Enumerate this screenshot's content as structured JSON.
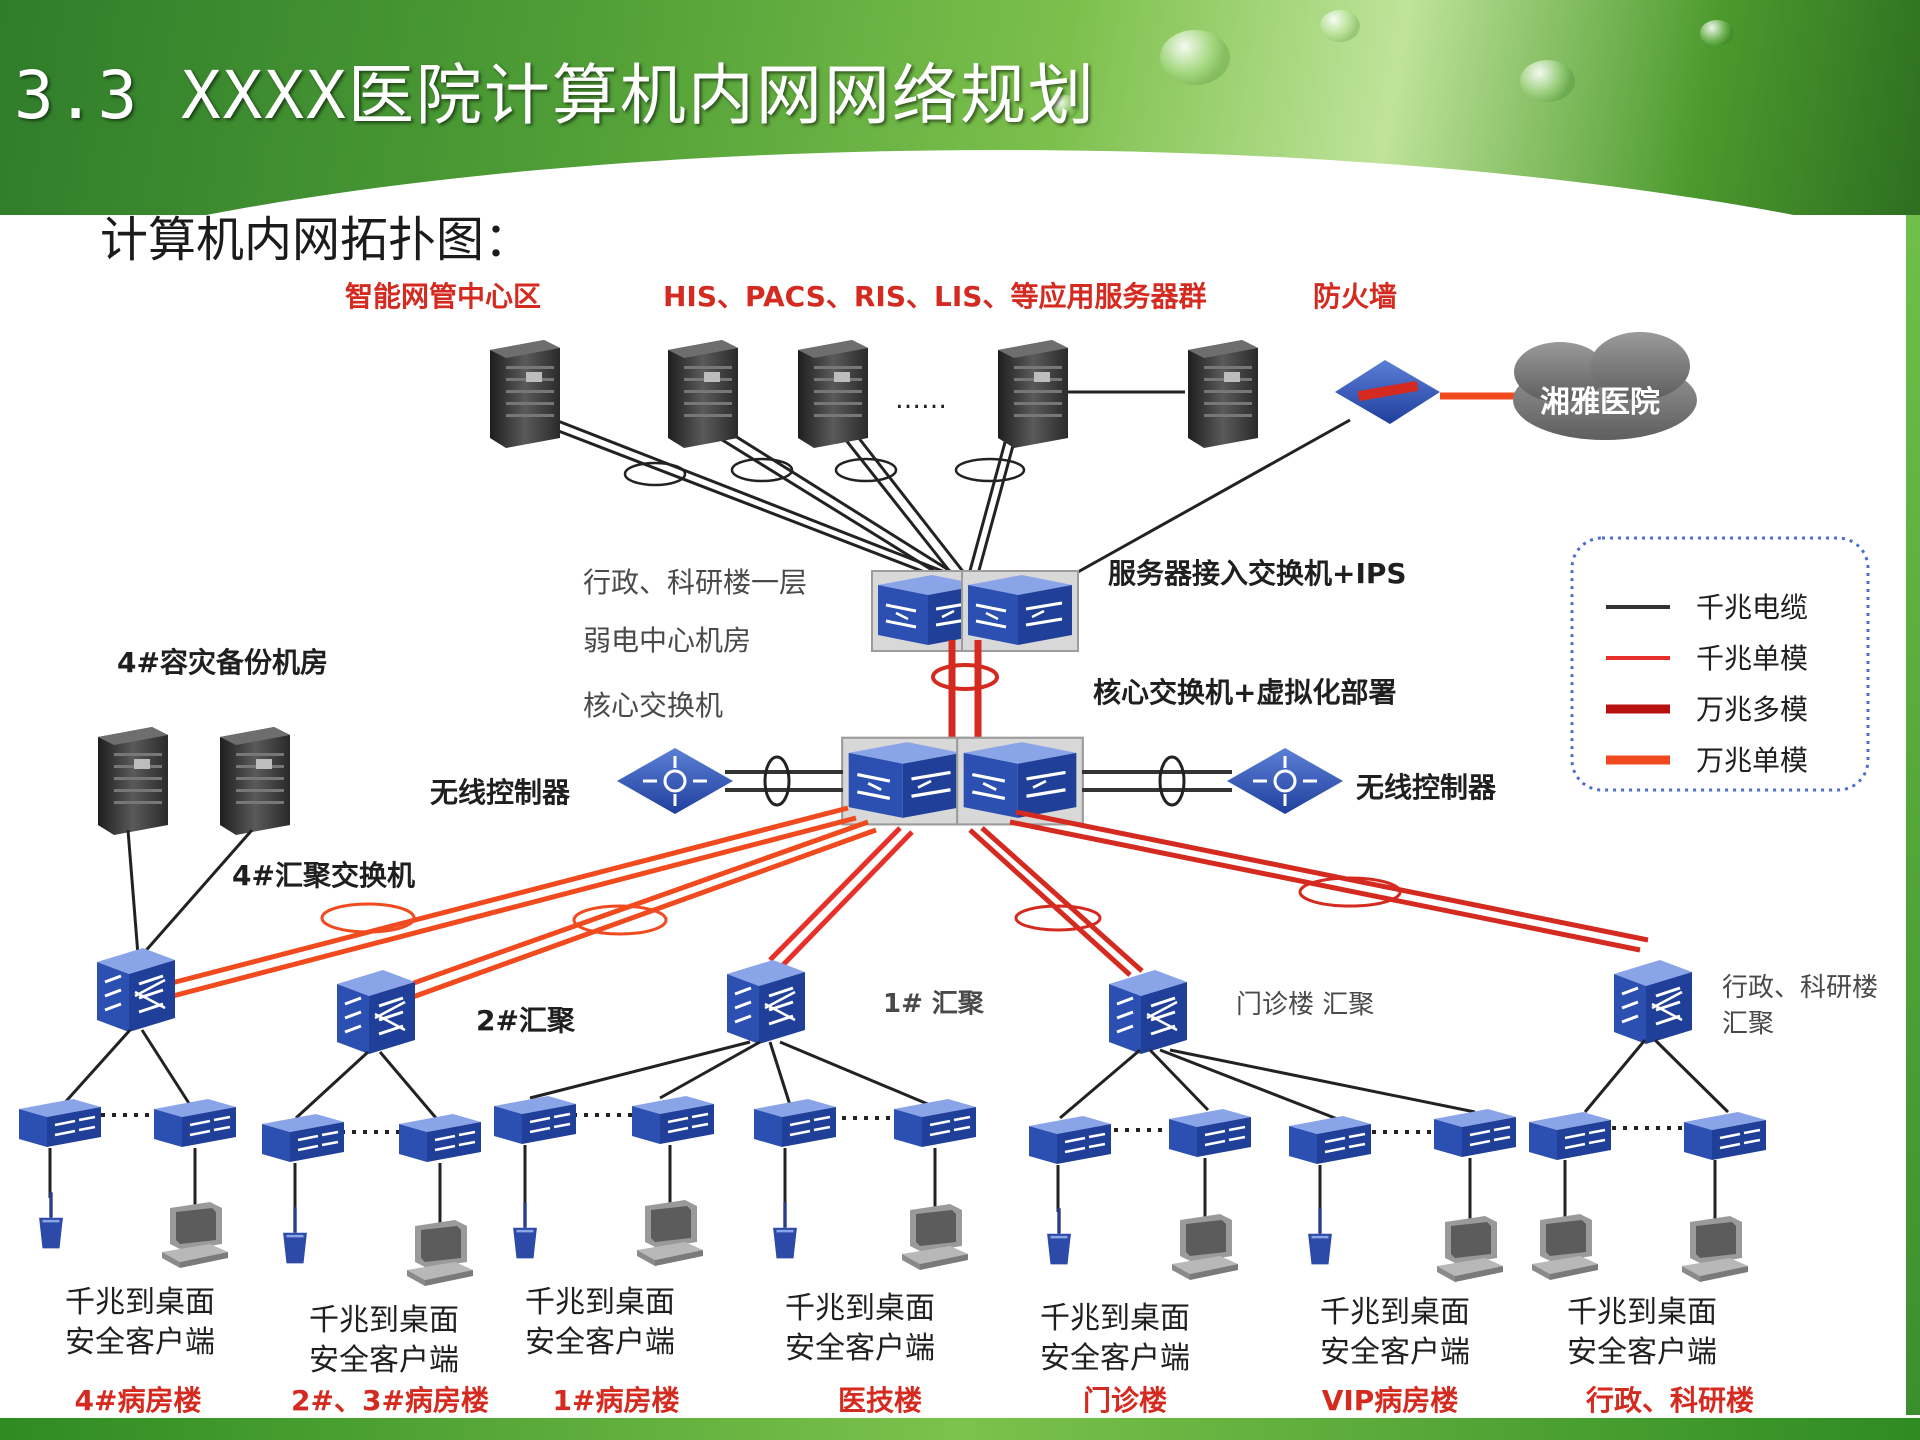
{
  "slide": {
    "title": "3.3 XXXX医院计算机内网网络规划",
    "subtitle": "计算机内网拓扑图："
  },
  "diagram": {
    "zones": {
      "network_mgmt": "智能网管中心区",
      "app_servers": "HIS、PACS、RIS、LIS、等应用服务器群",
      "firewall": "防火墙"
    },
    "cloud_label": "湘雅医院",
    "server_ellipsis": "……",
    "server_switch": "服务器接入交换机+IPS",
    "core_location": [
      "行政、科研楼一层",
      "弱电中心机房",
      "核心交换机"
    ],
    "core_switch": "核心交换机+虚拟化部署",
    "disaster_room": "4#容灾备份机房",
    "wireless_controller_left": "无线控制器",
    "wireless_controller_right": "无线控制器",
    "aggregation": {
      "agg4": "4#汇聚交换机",
      "agg2": "2#汇聚",
      "agg1": "1# 汇聚",
      "outpatient": "门诊楼 汇聚",
      "admin_line1": "行政、科研楼",
      "admin_line2": "汇聚"
    },
    "legend": [
      {
        "label": "千兆电缆",
        "color": "#333333"
      },
      {
        "label": "千兆单模",
        "color": "#e8302a"
      },
      {
        "label": "万兆多模",
        "color": "#b80f0f"
      },
      {
        "label": "万兆单模",
        "color": "#f04a1e"
      }
    ],
    "buildings": [
      {
        "line1": "千兆到桌面",
        "line2": "安全客户端",
        "name": "4#病房楼"
      },
      {
        "line1": "千兆到桌面",
        "line2": "安全客户端",
        "name": "2#、3#病房楼"
      },
      {
        "line1": "千兆到桌面",
        "line2": "安全客户端",
        "name": "1#病房楼"
      },
      {
        "line1": "千兆到桌面",
        "line2": "安全客户端",
        "name": "医技楼"
      },
      {
        "line1": "千兆到桌面",
        "line2": "安全客户端",
        "name": "门诊楼"
      },
      {
        "line1": "千兆到桌面",
        "line2": "安全客户端",
        "name": "VIP病房楼"
      },
      {
        "line1": "千兆到桌面",
        "line2": "安全客户端",
        "name": "行政、科研楼"
      }
    ]
  }
}
